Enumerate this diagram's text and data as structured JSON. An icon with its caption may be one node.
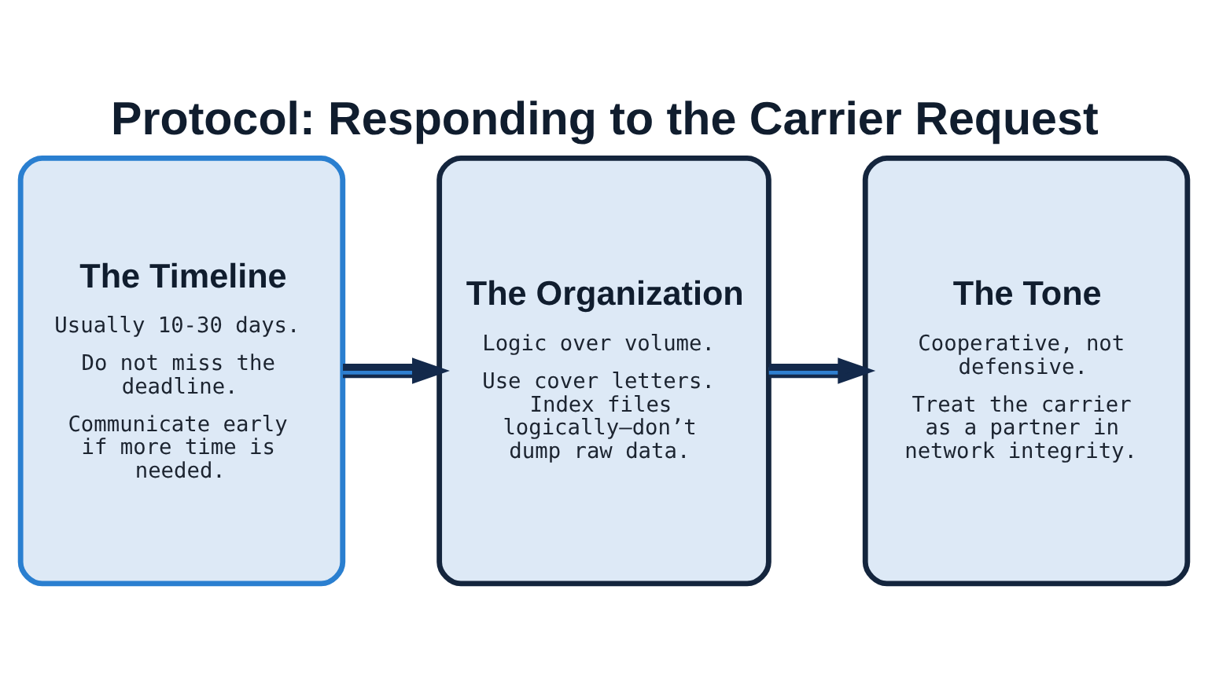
{
  "diagram": {
    "title": "Protocol: Responding to the Carrier Request",
    "nodes": [
      {
        "text": [
          "The Timeline",
          "Usually 10-30 days.",
          "Do not miss the deadline.",
          "Communicate early if more time is needed."
        ]
      },
      {
        "text": [
          "The Organization",
          "Logic over volume.",
          "Use cover letters. Index files logically—don’t dump raw data."
        ]
      },
      {
        "text": [
          "The Tone",
          "Cooperative, not defensive.",
          "Treat the carrier as a partner in network integrity."
        ]
      }
    ],
    "edges": [
      {
        "from": 0,
        "to": 1,
        "arrow": "to"
      },
      {
        "from": 1,
        "to": 2,
        "arrow": "to"
      }
    ]
  }
}
